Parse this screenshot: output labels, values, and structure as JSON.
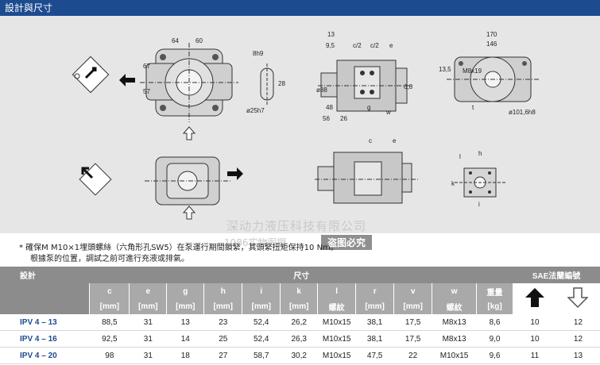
{
  "header": {
    "title": "設計與尺寸"
  },
  "drawing": {
    "dims_front": [
      "64",
      "60",
      "67",
      "57"
    ],
    "dims_shaft": [
      "8h9",
      "28",
      "ø25h7"
    ],
    "dims_side": [
      "13",
      "9,5",
      "c/2",
      "c/2",
      "ø88",
      "48",
      "56",
      "26",
      "e",
      "6,8",
      "g",
      "w"
    ],
    "dims_right": [
      "170",
      "146",
      "13,5",
      "M8x19",
      "ø101,6h8",
      "t"
    ],
    "dims_bottom": [
      "c",
      "e",
      "l",
      "h",
      "k",
      "i"
    ]
  },
  "watermark": {
    "company": "深动力液压科技有限公司",
    "line2": "1086实物图摄",
    "stamp": "盗图必究"
  },
  "note": {
    "line1": "* 確保M M10×1埋頭螺絲（六角形孔SW5）在泵運行期間鎖緊，其頭緊扭矩保持10 Nm。",
    "line2": "根據泵的位置，調試之前可進行充液或排氣。"
  },
  "table": {
    "col_design": "設計",
    "col_dims": "尺寸",
    "col_sae": "SAE法蘭編號",
    "columns": [
      "c",
      "e",
      "g",
      "h",
      "i",
      "k",
      "l",
      "r",
      "v",
      "w",
      "重量"
    ],
    "units": [
      "[mm]",
      "[mm]",
      "[mm]",
      "[mm]",
      "[mm]",
      "[mm]",
      "螺紋",
      "[mm]",
      "[mm]",
      "螺紋",
      "[kg]"
    ],
    "rows": [
      {
        "model": "IPV 4 – 13",
        "values": [
          "88,5",
          "31",
          "13",
          "23",
          "52,4",
          "26,2",
          "M10x15",
          "38,1",
          "17,5",
          "M8x13",
          "8,6",
          "10",
          "12"
        ]
      },
      {
        "model": "IPV 4 – 16",
        "values": [
          "92,5",
          "31",
          "14",
          "25",
          "52,4",
          "26,3",
          "M10x15",
          "38,1",
          "17,5",
          "M8x13",
          "9,0",
          "10",
          "12"
        ]
      },
      {
        "model": "IPV 4 – 20",
        "values": [
          "98",
          "31",
          "18",
          "27",
          "58,7",
          "30,2",
          "M10x15",
          "47,5",
          "22",
          "M10x15",
          "9,6",
          "11",
          "13"
        ]
      }
    ]
  }
}
